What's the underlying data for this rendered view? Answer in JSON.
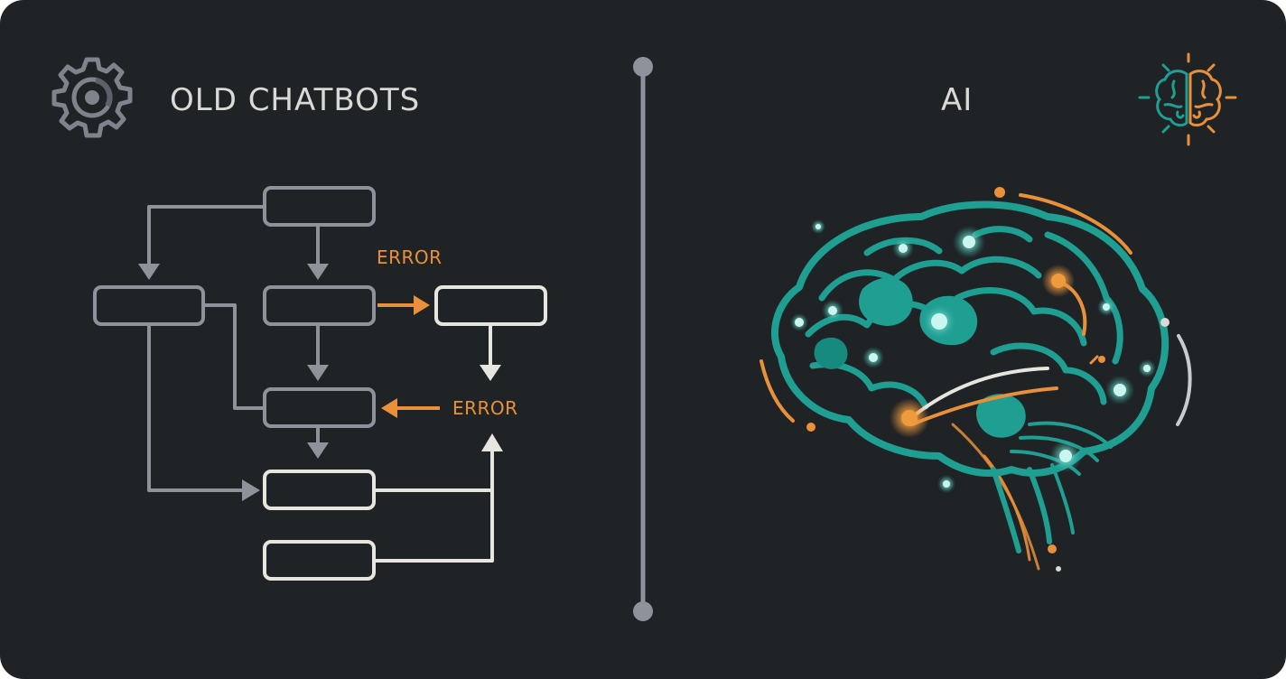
{
  "left_panel": {
    "title": "OLD CHATBOTS",
    "icon": "gear-icon",
    "error_labels": [
      "ERROR",
      "ERROR"
    ]
  },
  "right_panel": {
    "title": "AI",
    "icon": "brain-icon",
    "illustration": "brain-network-illustration"
  },
  "colors": {
    "background": "#202326",
    "box_gray": "#8e929a",
    "box_light": "#e6e6df",
    "accent_orange": "#e8913a",
    "accent_teal": "#1f9e92",
    "divider": "#8e929a"
  }
}
